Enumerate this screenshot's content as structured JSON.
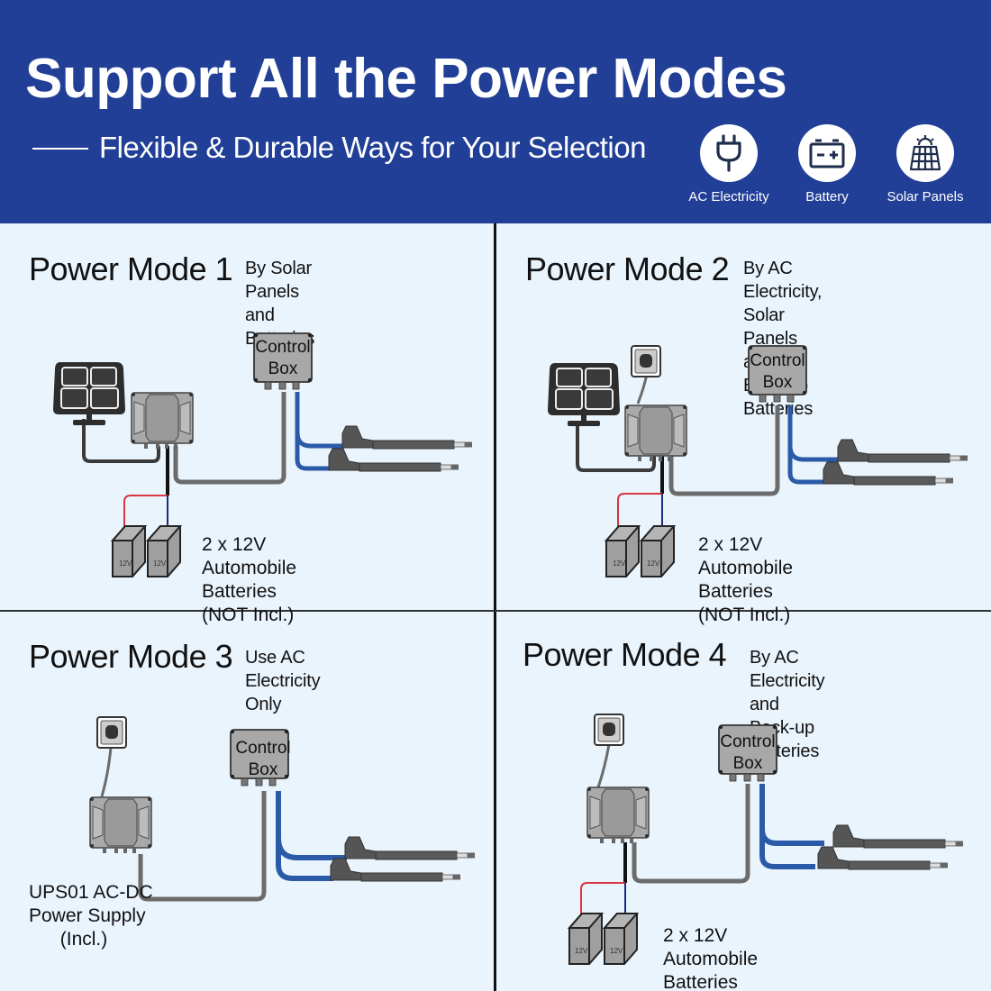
{
  "header": {
    "title": "Support All the Power Modes",
    "subtitle": "Flexible & Durable Ways for Your Selection",
    "source_icons": [
      {
        "icon": "plug-icon",
        "label": "AC Electricity"
      },
      {
        "icon": "battery-icon",
        "label": "Battery"
      },
      {
        "icon": "solar-panel-icon",
        "label": "Solar Panels"
      }
    ]
  },
  "colors": {
    "header_bg": "#213f96",
    "panel_bg": "#eaf4fc",
    "cable_blue": "#2a5aa8",
    "cable_gray": "#6b6b6b",
    "wire_red": "#d9363e",
    "wire_navy": "#1c2a80"
  },
  "modes": [
    {
      "title": "Power Mode 1",
      "description": "By Solar Panels and Batteries",
      "control_box": [
        "Control",
        "Box"
      ],
      "battery_label": "12V",
      "caption_lines": [
        "2 x 12V Automobile",
        "Batteries (NOT Incl.)"
      ]
    },
    {
      "title": "Power Mode 2",
      "description_lines": [
        "By AC Electricity, Solar Panels",
        "and Back-up Batteries"
      ],
      "control_box": [
        "Control",
        "Box"
      ],
      "battery_label": "12V",
      "caption_lines": [
        "2 x 12V Automobile",
        "Batteries (NOT Incl.)"
      ]
    },
    {
      "title": "Power Mode 3",
      "description": "Use AC Electricity Only",
      "control_box": [
        "Control",
        "Box"
      ],
      "caption_lines": [
        "UPS01 AC-DC",
        "Power Supply",
        "(Incl.)"
      ]
    },
    {
      "title": "Power Mode 4",
      "description_lines": [
        "By AC Electricity and",
        "Back-up Batteries"
      ],
      "control_box": [
        "Control",
        "Box"
      ],
      "battery_label": "12V",
      "caption_lines": [
        "2 x 12V Automobile",
        "Batteries (NOT Incl.)"
      ]
    }
  ]
}
